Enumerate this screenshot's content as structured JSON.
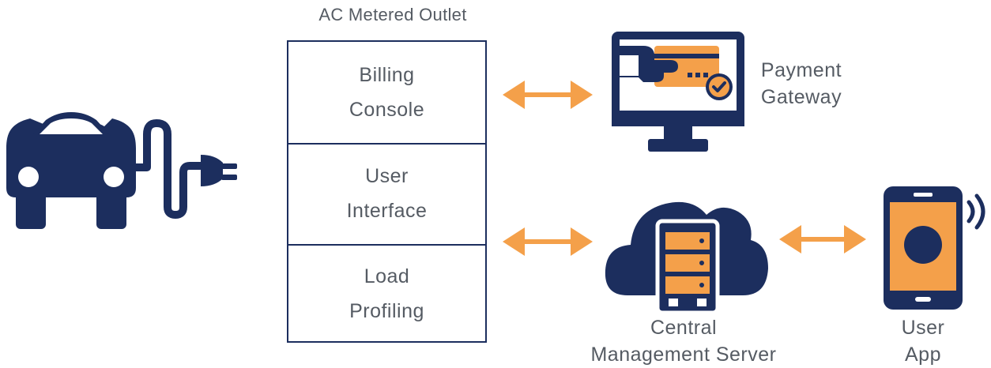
{
  "diagram": {
    "outlet_title": "AC Metered Outlet",
    "modules": [
      {
        "line1": "Billing",
        "line2": "Console"
      },
      {
        "line1": "User",
        "line2": "Interface"
      },
      {
        "line1": "Load",
        "line2": "Profiling"
      }
    ],
    "payment": {
      "line1": "Payment",
      "line2": "Gateway"
    },
    "server": {
      "line1": "Central",
      "line2": "Management Server"
    },
    "app": {
      "line1": "User",
      "line2": "App"
    }
  },
  "colors": {
    "navy": "#1c2e5e",
    "orange": "#f4a04a",
    "label_gray": "#555b63"
  },
  "icons": [
    "electric-car-icon",
    "payment-terminal-icon",
    "cloud-server-icon",
    "smartphone-app-icon",
    "double-arrow-icon"
  ]
}
